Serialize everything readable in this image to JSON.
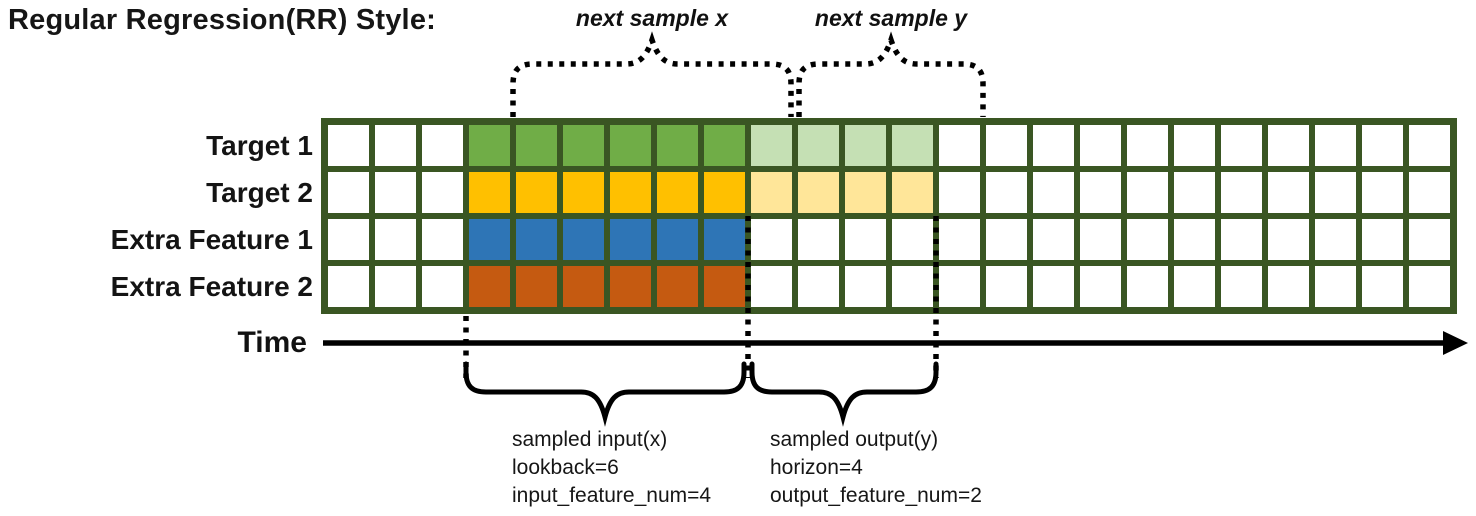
{
  "title": "Regular Regression(RR) Style:",
  "annotations": {
    "next_sample_x": "next sample x",
    "next_sample_y": "next sample y",
    "time_label": "Time"
  },
  "input_block": {
    "line1": "sampled input(x)",
    "line2": "lookback=6",
    "line3": "input_feature_num=4"
  },
  "output_block": {
    "line1": "sampled output(y)",
    "line2": "horizon=4",
    "line3": "output_feature_num=2"
  },
  "grid": {
    "total_columns": 24,
    "lead_in_columns": 3,
    "lookback": 6,
    "horizon": 4,
    "border_color": "#3A5623",
    "empty_color": "#FFFFFF",
    "rows": [
      {
        "label": "Target 1",
        "lookback_color": "#70AD47",
        "horizon_color": "#C5E0B4"
      },
      {
        "label": "Target 2",
        "lookback_color": "#FFC000",
        "horizon_color": "#FFE699"
      },
      {
        "label": "Extra Feature 1",
        "lookback_color": "#2E75B6",
        "horizon_color": null
      },
      {
        "label": "Extra Feature 2",
        "lookback_color": "#C55A11",
        "horizon_color": null
      }
    ]
  }
}
